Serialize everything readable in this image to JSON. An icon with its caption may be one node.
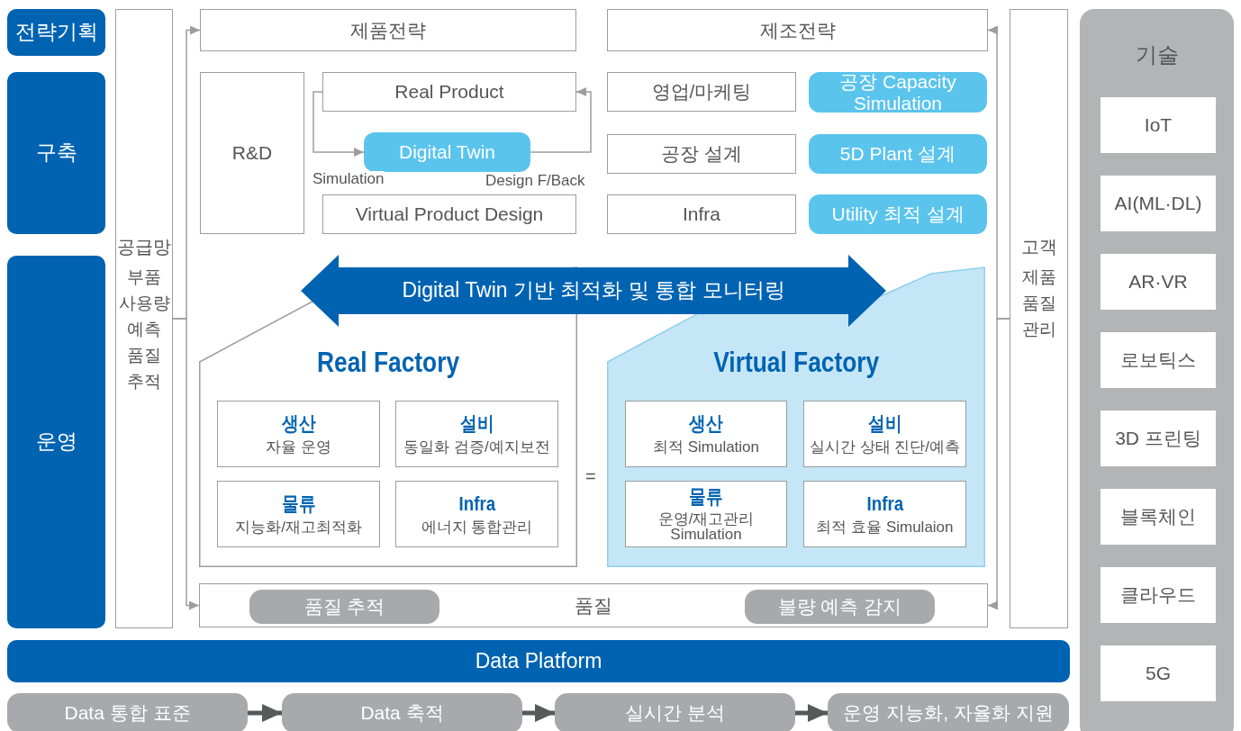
{
  "diagram": {
    "nodes": [
      {
        "text": [
          "전략기획"
        ]
      },
      {
        "text": [
          "구축"
        ]
      },
      {
        "text": [
          "운영"
        ]
      },
      {
        "text": [
          "공급망",
          "부품 사용량 예측 품질 추적"
        ]
      },
      {
        "text": [
          "제품전략"
        ]
      },
      {
        "text": [
          "제조전략"
        ]
      },
      {
        "text": [
          "R&D"
        ]
      },
      {
        "text": [
          "Real Product"
        ]
      },
      {
        "text": [
          "Digital Twin"
        ]
      },
      {
        "text": [
          "Virtual Product Design"
        ]
      },
      {
        "text": [
          "영업/마케팅"
        ]
      },
      {
        "text": [
          "공장 Capacity Simulation"
        ]
      },
      {
        "text": [
          "공장 설계"
        ]
      },
      {
        "text": [
          "5D Plant 설계"
        ]
      },
      {
        "text": [
          "Infra"
        ]
      },
      {
        "text": [
          "Utility 최적 설계"
        ]
      },
      {
        "text": [
          "고객",
          "제품 품질 관리"
        ]
      },
      {
        "text": [
          "기술"
        ]
      },
      {
        "text": [
          "IoT"
        ],
        "in": 17
      },
      {
        "text": [
          "AI(ML·DL)"
        ],
        "in": 17
      },
      {
        "text": [
          "AR·VR"
        ],
        "in": 17
      },
      {
        "text": [
          "로보틱스"
        ],
        "in": 17
      },
      {
        "text": [
          "3D 프린팅"
        ],
        "in": 17
      },
      {
        "text": [
          "블록체인"
        ],
        "in": 17
      },
      {
        "text": [
          "클라우드"
        ],
        "in": 17
      },
      {
        "text": [
          "5G"
        ],
        "in": 17
      },
      {
        "text": [
          "Digital Twin 기반 최적화 및 통합 모니터링"
        ]
      },
      {
        "text": [
          "Real Factory"
        ]
      },
      {
        "text": [
          "생산",
          "자율 운영"
        ],
        "in": 27
      },
      {
        "text": [
          "설비",
          "동일화 검증/예지보전"
        ],
        "in": 27
      },
      {
        "text": [
          "물류",
          "지능화/재고최적화"
        ],
        "in": 27
      },
      {
        "text": [
          "Infra",
          "에너지 통합관리"
        ],
        "in": 27
      },
      {
        "text": [
          "Virtual Factory"
        ]
      },
      {
        "text": [
          "생산",
          "최적 Simulation"
        ],
        "in": 32
      },
      {
        "text": [
          "설비",
          "실시간 상태 진단/예측"
        ],
        "in": 32
      },
      {
        "text": [
          "물류",
          "운영/재고관리 Simulation"
        ],
        "in": 32
      },
      {
        "text": [
          "Infra",
          "최적 효율 Simulaion"
        ],
        "in": 32
      },
      {
        "text": [
          "품질"
        ]
      },
      {
        "text": [
          "품질 추적"
        ],
        "in": 37
      },
      {
        "text": [
          "불량 예측 감지"
        ],
        "in": 37
      },
      {
        "text": [
          "Data Platform"
        ]
      },
      {
        "text": [
          "Data 통합 표준"
        ]
      },
      {
        "text": [
          "Data 축적"
        ]
      },
      {
        "text": [
          "실시간 분석"
        ]
      },
      {
        "text": [
          "운영 지능화, 자율화 지원"
        ]
      }
    ],
    "edges": [
      {
        "from": 3,
        "to": 4,
        "arrow": "to"
      },
      {
        "from": 3,
        "to": 37,
        "arrow": "to"
      },
      {
        "from": 16,
        "to": 5,
        "arrow": "to"
      },
      {
        "from": 16,
        "to": 37,
        "arrow": "to"
      },
      {
        "from": 7,
        "to": 8,
        "arrow": "to",
        "label": "Simulation"
      },
      {
        "from": 8,
        "to": 7,
        "arrow": "to",
        "label": "Design F/Back"
      },
      {
        "from": 41,
        "to": 42,
        "arrow": "to",
        "style": "thick",
        "color": "#58595b"
      },
      {
        "from": 42,
        "to": 43,
        "arrow": "to",
        "style": "thick",
        "color": "#58595b"
      },
      {
        "from": 43,
        "to": 44,
        "arrow": "to",
        "style": "thick",
        "color": "#58595b"
      }
    ],
    "labels": [
      "="
    ]
  }
}
